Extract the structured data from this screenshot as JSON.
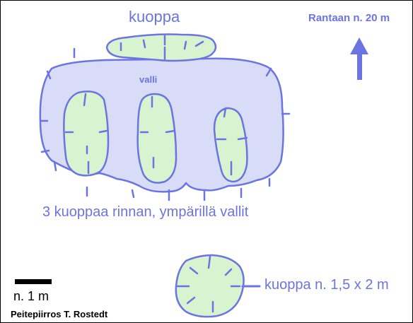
{
  "sketch": {
    "labels": {
      "top_pit": "kuoppa",
      "shore": "Rantaan n. 20 m",
      "wall": "valli",
      "caption": "3 kuoppaa rinnan, ympärillä vallit",
      "single_pit": "kuoppa n. 1,5 x 2 m",
      "scale": "n. 1 m",
      "author": "Peitepiirros T. Rostedt"
    },
    "colors": {
      "outline": "#6b74e0",
      "wall_fill": "#d8dcf6",
      "pit_fill": "#d7f3cf",
      "text": "#6b74e0",
      "scale_bar": "#000000"
    },
    "icons": [
      "north-arrow-icon"
    ]
  }
}
